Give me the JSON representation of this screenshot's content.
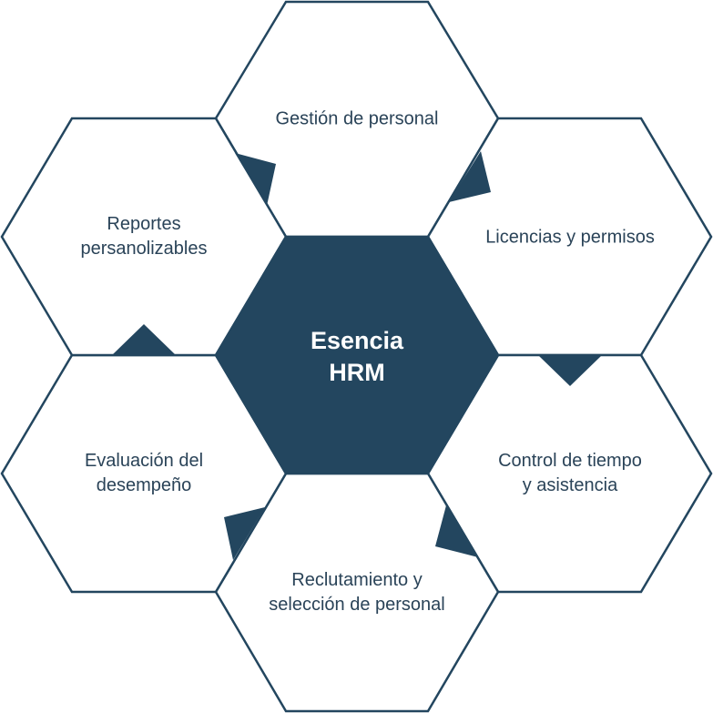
{
  "colors": {
    "accent": "#23465f",
    "outline": "#23465f",
    "text": "#2a4358",
    "center_text": "#ffffff"
  },
  "center": {
    "line1": "Esencia",
    "line2": "HRM"
  },
  "modules": {
    "top": {
      "line1": "Gestión de personal",
      "line2": ""
    },
    "upper_right": {
      "line1": "Licencias y permisos",
      "line2": ""
    },
    "lower_right": {
      "line1": "Control de tiempo",
      "line2": "y asistencia"
    },
    "bottom": {
      "line1": "Reclutamiento y",
      "line2": "selección de personal"
    },
    "lower_left": {
      "line1": "Evaluación del",
      "line2": "desempeño"
    },
    "upper_left": {
      "line1": "Reportes",
      "line2": "persanolizables"
    }
  }
}
